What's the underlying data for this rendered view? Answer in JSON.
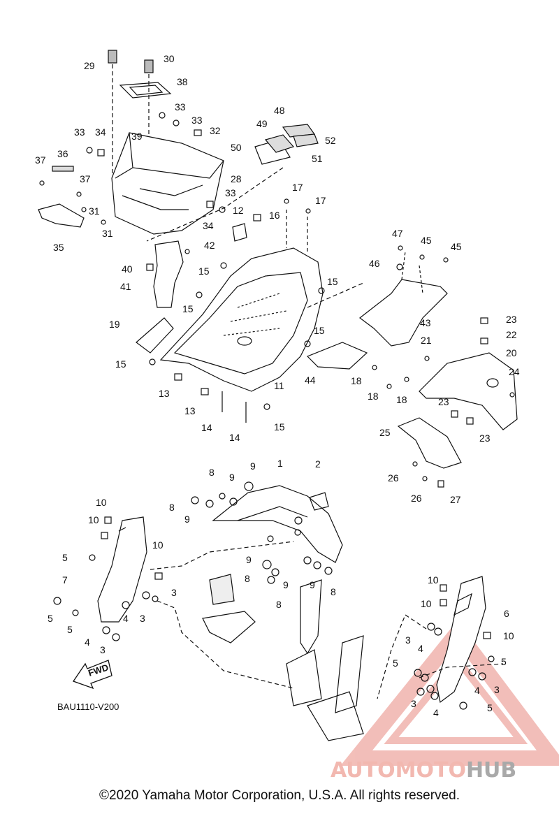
{
  "diagram": {
    "callouts": [
      {
        "id": "c29",
        "label": "29"
      },
      {
        "id": "c30",
        "label": "30"
      },
      {
        "id": "c38",
        "label": "38"
      },
      {
        "id": "c33a",
        "label": "33"
      },
      {
        "id": "c33b",
        "label": "33"
      },
      {
        "id": "c32",
        "label": "32"
      },
      {
        "id": "c33c",
        "label": "33"
      },
      {
        "id": "c34a",
        "label": "34"
      },
      {
        "id": "c39",
        "label": "39"
      },
      {
        "id": "c36",
        "label": "36"
      },
      {
        "id": "c37a",
        "label": "37"
      },
      {
        "id": "c37b",
        "label": "37"
      },
      {
        "id": "c28",
        "label": "28"
      },
      {
        "id": "c33d",
        "label": "33"
      },
      {
        "id": "c31a",
        "label": "31"
      },
      {
        "id": "c31b",
        "label": "31"
      },
      {
        "id": "c34b",
        "label": "34"
      },
      {
        "id": "c35",
        "label": "35"
      },
      {
        "id": "c12",
        "label": "12"
      },
      {
        "id": "c16",
        "label": "16"
      },
      {
        "id": "c17a",
        "label": "17"
      },
      {
        "id": "c17b",
        "label": "17"
      },
      {
        "id": "c48",
        "label": "48"
      },
      {
        "id": "c49",
        "label": "49"
      },
      {
        "id": "c50",
        "label": "50"
      },
      {
        "id": "c52",
        "label": "52"
      },
      {
        "id": "c51",
        "label": "51"
      },
      {
        "id": "c42",
        "label": "42"
      },
      {
        "id": "c40",
        "label": "40"
      },
      {
        "id": "c41",
        "label": "41"
      },
      {
        "id": "c15a",
        "label": "15"
      },
      {
        "id": "c15b",
        "label": "15"
      },
      {
        "id": "c15c",
        "label": "15"
      },
      {
        "id": "c15d",
        "label": "15"
      },
      {
        "id": "c15e",
        "label": "15"
      },
      {
        "id": "c15f",
        "label": "15"
      },
      {
        "id": "c19",
        "label": "19"
      },
      {
        "id": "c13a",
        "label": "13"
      },
      {
        "id": "c13b",
        "label": "13"
      },
      {
        "id": "c14a",
        "label": "14"
      },
      {
        "id": "c14b",
        "label": "14"
      },
      {
        "id": "c11",
        "label": "11"
      },
      {
        "id": "c44",
        "label": "44"
      },
      {
        "id": "c47",
        "label": "47"
      },
      {
        "id": "c45a",
        "label": "45"
      },
      {
        "id": "c45b",
        "label": "45"
      },
      {
        "id": "c46",
        "label": "46"
      },
      {
        "id": "c43",
        "label": "43"
      },
      {
        "id": "c23a",
        "label": "23"
      },
      {
        "id": "c22",
        "label": "22"
      },
      {
        "id": "c21",
        "label": "21"
      },
      {
        "id": "c20",
        "label": "20"
      },
      {
        "id": "c24",
        "label": "24"
      },
      {
        "id": "c18a",
        "label": "18"
      },
      {
        "id": "c18b",
        "label": "18"
      },
      {
        "id": "c18c",
        "label": "18"
      },
      {
        "id": "c23b",
        "label": "23"
      },
      {
        "id": "c23c",
        "label": "23"
      },
      {
        "id": "c25",
        "label": "25"
      },
      {
        "id": "c26a",
        "label": "26"
      },
      {
        "id": "c26b",
        "label": "26"
      },
      {
        "id": "c27",
        "label": "27"
      },
      {
        "id": "c1",
        "label": "1"
      },
      {
        "id": "c2",
        "label": "2"
      },
      {
        "id": "c8a",
        "label": "8"
      },
      {
        "id": "c9a",
        "label": "9"
      },
      {
        "id": "c9b",
        "label": "9"
      },
      {
        "id": "c8b",
        "label": "8"
      },
      {
        "id": "c9c",
        "label": "9"
      },
      {
        "id": "c10a",
        "label": "10"
      },
      {
        "id": "c10b",
        "label": "10"
      },
      {
        "id": "c10c",
        "label": "10"
      },
      {
        "id": "c5a",
        "label": "5"
      },
      {
        "id": "c7",
        "label": "7"
      },
      {
        "id": "c3a",
        "label": "3"
      },
      {
        "id": "c4a",
        "label": "4"
      },
      {
        "id": "c3b",
        "label": "3"
      },
      {
        "id": "c5b",
        "label": "5"
      },
      {
        "id": "c5c",
        "label": "5"
      },
      {
        "id": "c4b",
        "label": "4"
      },
      {
        "id": "c3c",
        "label": "3"
      },
      {
        "id": "c9d",
        "label": "9"
      },
      {
        "id": "c8c",
        "label": "8"
      },
      {
        "id": "c9e",
        "label": "9"
      },
      {
        "id": "c8d",
        "label": "8"
      },
      {
        "id": "c9f",
        "label": "9"
      },
      {
        "id": "c8e",
        "label": "8"
      },
      {
        "id": "c10d",
        "label": "10"
      },
      {
        "id": "c10e",
        "label": "10"
      },
      {
        "id": "c6",
        "label": "6"
      },
      {
        "id": "c10f",
        "label": "10"
      },
      {
        "id": "c3d",
        "label": "3"
      },
      {
        "id": "c4c",
        "label": "4"
      },
      {
        "id": "c5d",
        "label": "5"
      },
      {
        "id": "c5e",
        "label": "5"
      },
      {
        "id": "c4d",
        "label": "4"
      },
      {
        "id": "c3e",
        "label": "3"
      },
      {
        "id": "c3f",
        "label": "3"
      },
      {
        "id": "c4e",
        "label": "4"
      },
      {
        "id": "c5f",
        "label": "5"
      }
    ],
    "fwd_label": "FWD",
    "diagram_code": "BAU1110-V200"
  },
  "watermark": {
    "part1": "AUTOMOTO",
    "part2": "HUB",
    "color_primary": "#f2b8b0",
    "color_secondary": "#a9a9a9"
  },
  "footer": {
    "copyright": "©2020 Yamaha Motor Corporation, U.S.A. All rights reserved."
  }
}
